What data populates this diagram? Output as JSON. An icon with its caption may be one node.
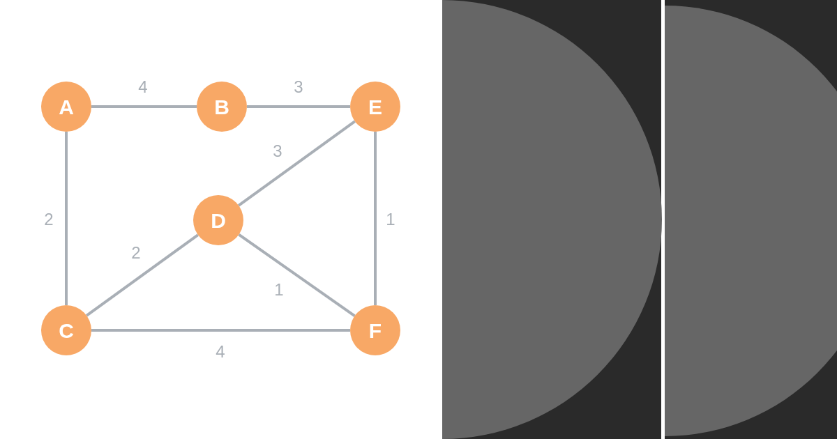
{
  "diagram": {
    "nodes": [
      {
        "text": [
          "A"
        ]
      },
      {
        "text": [
          "B"
        ]
      },
      {
        "text": [
          "E"
        ]
      },
      {
        "text": [
          "D"
        ]
      },
      {
        "text": [
          "C"
        ]
      },
      {
        "text": [
          "F"
        ]
      }
    ],
    "edges": [
      {
        "from": 0,
        "to": 1,
        "arrow": "none",
        "label": "4"
      },
      {
        "from": 1,
        "to": 2,
        "arrow": "none",
        "label": "3"
      },
      {
        "from": 0,
        "to": 4,
        "arrow": "none",
        "label": "2"
      },
      {
        "from": 3,
        "to": 2,
        "arrow": "none",
        "label": "3"
      },
      {
        "from": 2,
        "to": 5,
        "arrow": "none",
        "label": "1"
      },
      {
        "from": 4,
        "to": 3,
        "arrow": "none",
        "label": "2"
      },
      {
        "from": 3,
        "to": 5,
        "arrow": "none",
        "label": "1"
      },
      {
        "from": 4,
        "to": 5,
        "arrow": "none",
        "label": "4"
      }
    ]
  }
}
